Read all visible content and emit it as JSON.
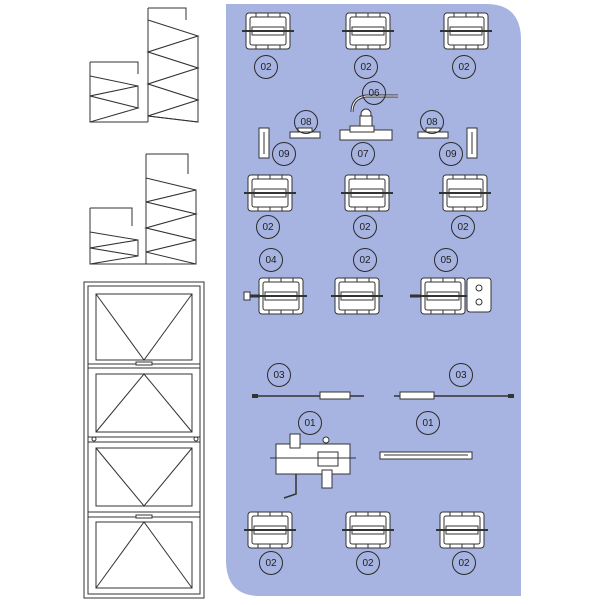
{
  "colors": {
    "panel": "#a7b3e0",
    "line": "#333333",
    "background": "#ffffff"
  },
  "labels": {
    "hinge": "02",
    "handle": "06",
    "hook_left": "08",
    "hook_right": "08",
    "handle_base": "07",
    "keeper_left": "09",
    "keeper_right": "09",
    "hinge_with_bar": "04",
    "hinge_with_lock": "05",
    "rod_left": "03",
    "rod_right": "03",
    "lock_body": "01",
    "connector": "01"
  }
}
